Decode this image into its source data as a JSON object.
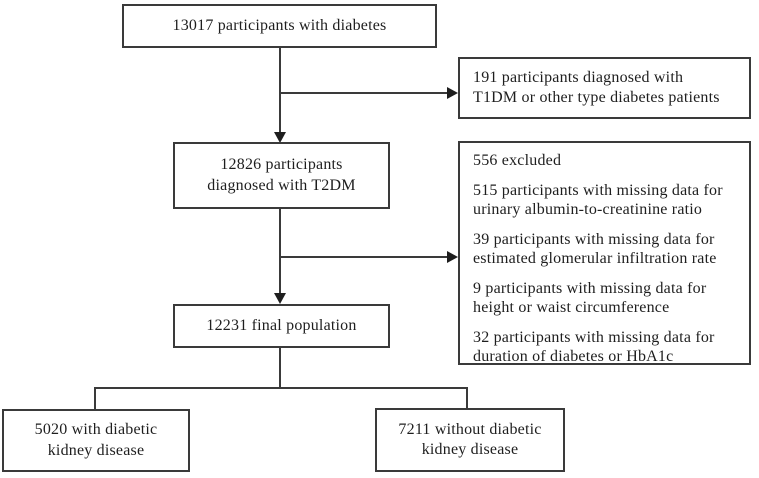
{
  "flow": {
    "type": "flowchart",
    "colors": {
      "line": "#3a3a3a",
      "text": "#1e1e1e",
      "background": "#ffffff"
    },
    "total": {
      "label": "13017 participants with diabetes"
    },
    "t1dm": {
      "lines": [
        "191 participants diagnosed with",
        "T1DM or other type diabetes patients"
      ]
    },
    "t2dm": {
      "lines": [
        "12826 participants",
        "diagnosed with T2DM"
      ]
    },
    "excluded": {
      "items": [
        [
          "556 excluded"
        ],
        [
          "515 participants with missing data for",
          "urinary albumin-to-creatinine ratio"
        ],
        [
          "39 participants with missing data for",
          "estimated glomerular infiltration rate"
        ],
        [
          "9 participants with missing data for",
          "height or waist circumference"
        ],
        [
          "32 participants with missing data for",
          "duration of diabetes or HbA1c"
        ]
      ]
    },
    "final": {
      "label": "12231 final population"
    },
    "dkd": {
      "lines": [
        "5020 with diabetic",
        "kidney disease"
      ]
    },
    "no_dkd": {
      "lines": [
        "7211 without diabetic",
        "kidney disease"
      ]
    }
  }
}
